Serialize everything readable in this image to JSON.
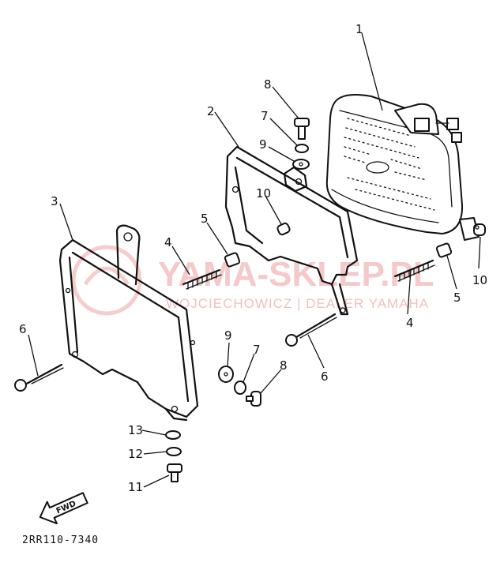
{
  "diagram": {
    "code": "2RR110-7340",
    "fwd_label": "FWD",
    "watermark": {
      "brand": "YAMA-SKLEP.PL",
      "sub": "WOJCIECHOWICZ | DEALER YAMAHA",
      "color": "#f2b8b8"
    },
    "callouts": [
      {
        "id": "c1",
        "text": "1"
      },
      {
        "id": "c2",
        "text": "2"
      },
      {
        "id": "c3",
        "text": "3"
      },
      {
        "id": "c4a",
        "text": "4"
      },
      {
        "id": "c4b",
        "text": "4"
      },
      {
        "id": "c5a",
        "text": "5"
      },
      {
        "id": "c5b",
        "text": "5"
      },
      {
        "id": "c6a",
        "text": "6"
      },
      {
        "id": "c6b",
        "text": "6"
      },
      {
        "id": "c7a",
        "text": "7"
      },
      {
        "id": "c7b",
        "text": "7"
      },
      {
        "id": "c8a",
        "text": "8"
      },
      {
        "id": "c8b",
        "text": "8"
      },
      {
        "id": "c9a",
        "text": "9"
      },
      {
        "id": "c9b",
        "text": "9"
      },
      {
        "id": "c10a",
        "text": "10"
      },
      {
        "id": "c10b",
        "text": "10"
      },
      {
        "id": "c11",
        "text": "11"
      },
      {
        "id": "c12",
        "text": "12"
      },
      {
        "id": "c13",
        "text": "13"
      }
    ]
  }
}
